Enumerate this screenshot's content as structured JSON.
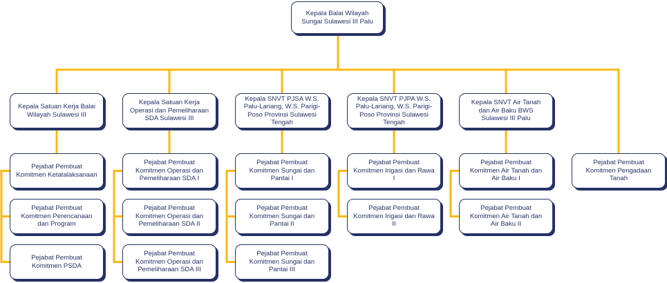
{
  "colors": {
    "connector": "#FDB813",
    "box_border": "#263266",
    "text": "#263266",
    "background": "#FFFFFF"
  },
  "root": {
    "label": "Kepala Balai Wilayah Sungai Sulawesi III Palu"
  },
  "columns": [
    {
      "head": "Kepala Satuan Kerja Balai Wilayah Sulawesi III",
      "children": [
        "Pejabat Pembuat Komitmen Ketatalaksanaan",
        "Pejabat Pembuat Komitmen Perencanaan dan Program",
        "Pejabat Pembuat Komitmen PSDA"
      ]
    },
    {
      "head": "Kepala Satuan Kerja Operasi dan Pemeliharaan SDA Sulawesi III",
      "children": [
        "Pejabat Pembuat Komitmen Operasi dan Pemeliharaan SDA I",
        "Pejabat Pembuat Komitmen Operasi dan Pemeliharaan SDA II",
        "Pejabat Pembuat Komitmen Operasi dan Pemeliharaan SDA III"
      ]
    },
    {
      "head": "Kepala SNVT PJSA W.S. Palu-Lariang, W.S. Parigi-Poso Provinsi Sulawesi Tengah",
      "children": [
        "Pejabat Pembuat Komitmen Sungai dan Pantai I",
        "Pejabat Pembuat Komitmen Sungai dan Pantai II",
        "Pejabat Pembuat Komitmen Sungai dan Pantai III"
      ]
    },
    {
      "head": "Kepala SNVT PJPA W.S. Palu-Lariang, W.S. Parigi-Poso Provinsi Sulawesi Tengah",
      "children": [
        "Pejabat Pembuat Komitmen Irigasi dan Rawa I",
        "Pejabat Pembuat Komitmen Irigasi dan Rawa II"
      ]
    },
    {
      "head": "Kepala SNVT Air Tanah dan Air Baku BWS Sulawesi III Palu",
      "children": [
        "Pejabat Pembuat Komitmen Air Tanah dan Air Baku I",
        "Pejabat Pembuat Komitmen Air Tanah dan Air Baku II"
      ]
    },
    {
      "head": null,
      "children": [
        "Pejabat Pembuat Komitmen Pengadaan Tanah"
      ]
    }
  ]
}
